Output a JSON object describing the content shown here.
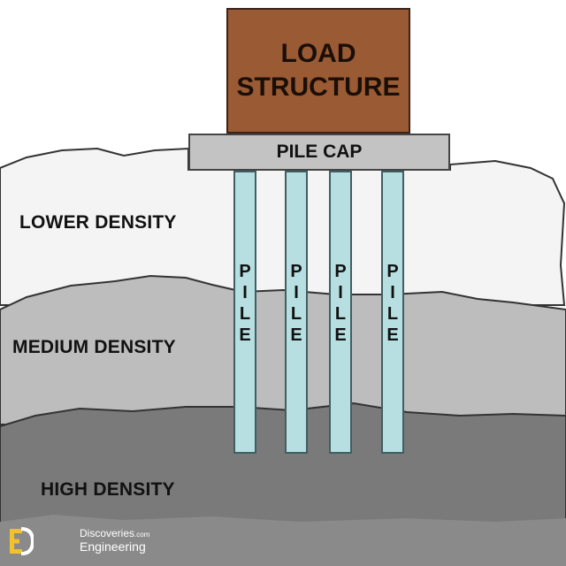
{
  "load_structure": {
    "line1": "LOAD",
    "line2": "STRUCTURE"
  },
  "pile_cap": {
    "label": "PILE CAP"
  },
  "piles": [
    {
      "letters": [
        "P",
        "I",
        "L",
        "E"
      ]
    },
    {
      "letters": [
        "P",
        "I",
        "L",
        "E"
      ]
    },
    {
      "letters": [
        "P",
        "I",
        "L",
        "E"
      ]
    },
    {
      "letters": [
        "P",
        "I",
        "L",
        "E"
      ]
    }
  ],
  "soil_layers": {
    "lower": "LOWER DENSITY",
    "medium": "MEDIUM DENSITY",
    "high": "HIGH DENSITY"
  },
  "watermark": {
    "line1": "Discoveries",
    "line1_suffix": ".com",
    "line2": "Engineering",
    "icon": "engineering-discoveries-logo-icon"
  },
  "colors": {
    "load_structure": "#9a5a33",
    "pile_cap": "#c3c3c3",
    "pile": "#b7dfe1",
    "lower_soil": "#f4f4f4",
    "medium_soil": "#bdbdbd",
    "high_soil": "#7a7a7a",
    "logo_accent": "#f2c12e"
  }
}
